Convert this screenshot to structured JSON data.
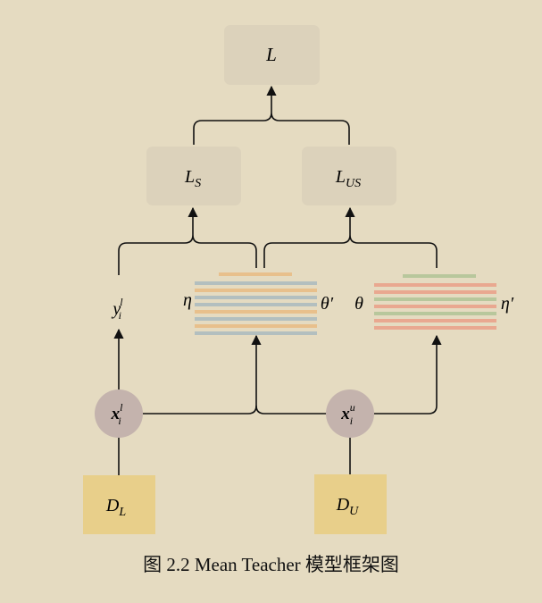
{
  "colors": {
    "background": "#e5dbc1",
    "loss_box": "#dcd2bb",
    "input_node": "#c4b3ad",
    "dataset_box": "#e8cf8a",
    "line": "#111111",
    "student_stripes": [
      "#e8c08c",
      "#b3bfbf"
    ],
    "teacher_stripes": [
      "#e9a890",
      "#b8c79c"
    ]
  },
  "nodes": {
    "loss_total": {
      "base": "L",
      "sub": ""
    },
    "loss_supervised": {
      "base": "L",
      "sub": "S"
    },
    "loss_unsupervised": {
      "base": "L",
      "sub": "US"
    },
    "label": {
      "base": "y",
      "sub": "i",
      "sup": "l"
    },
    "labeled_input": {
      "base": "x",
      "sub": "i",
      "sup": "l"
    },
    "unlabeled_input": {
      "base": "x",
      "sub": "i",
      "sup": "u"
    },
    "labeled_dataset": {
      "base": "D",
      "sub": "L"
    },
    "unlabeled_dataset": {
      "base": "D",
      "sub": "U"
    }
  },
  "model_labels": {
    "student_noise": "η",
    "student_params": "θ′",
    "teacher_params": "θ",
    "teacher_noise": "η′"
  },
  "caption": "图 2.2 Mean Teacher 模型框架图"
}
